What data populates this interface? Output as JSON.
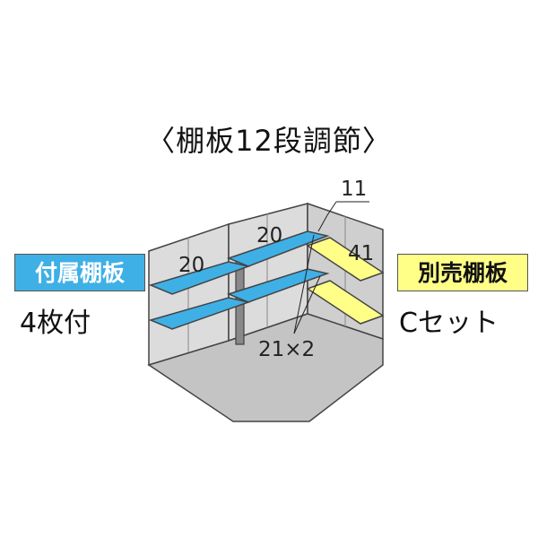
{
  "title": "〈棚板12段調節〉",
  "left_badge": {
    "label": "付属棚板",
    "color": "#3fb0e6"
  },
  "left_sub": "4枚付",
  "right_badge": {
    "label": "別売棚板",
    "color": "#ffff88"
  },
  "right_sub": "Cセット",
  "diagram": {
    "shelf_labels": {
      "left_shelf_width": "20",
      "middle_shelf_width": "20",
      "side_shelf_width": "41",
      "top_gap": "11",
      "bottom_depth": "21×2"
    },
    "shelf_color_included": "#3fb0e6",
    "shelf_color_optional": "#ffff88"
  }
}
